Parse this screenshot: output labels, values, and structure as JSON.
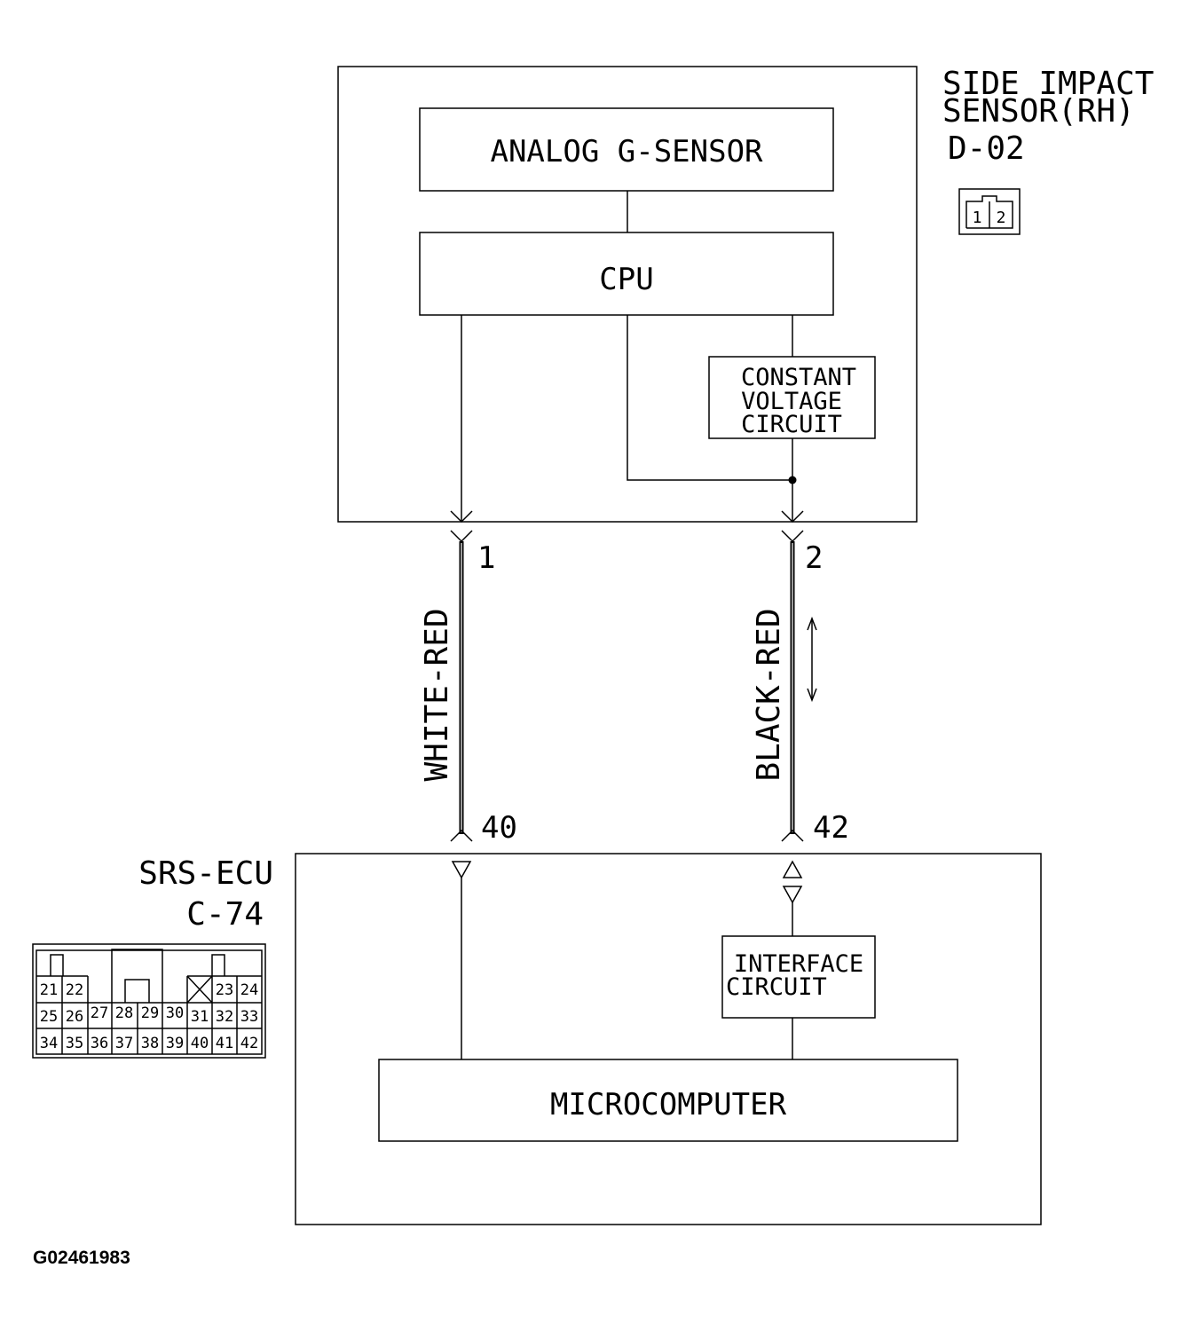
{
  "sensor": {
    "title_line1": "SIDE IMPACT",
    "title_line2": "SENSOR(RH)",
    "connector_id": "D-02",
    "connector_pins": [
      "1",
      "2"
    ],
    "blocks": {
      "analog_g_sensor": "ANALOG G-SENSOR",
      "cpu": "CPU",
      "constant_voltage_line1": "CONSTANT",
      "constant_voltage_line2": "VOLTAGE",
      "constant_voltage_line3": "CIRCUIT"
    }
  },
  "wires": [
    {
      "from_pin": "1",
      "to_pin": "40",
      "color": "WHITE-RED"
    },
    {
      "from_pin": "2",
      "to_pin": "42",
      "color": "BLACK-RED"
    }
  ],
  "ecu": {
    "title": "SRS-ECU",
    "connector_id": "C-74",
    "blocks": {
      "interface_line1": "INTERFACE",
      "interface_line2": "CIRCUIT",
      "microcomputer": "MICROCOMPUTER"
    },
    "connector_rows": [
      [
        "21",
        "22",
        "23",
        "24"
      ],
      [
        "25",
        "26",
        "27",
        "28",
        "29",
        "30",
        "31",
        "32",
        "33"
      ],
      [
        "34",
        "35",
        "36",
        "37",
        "38",
        "39",
        "40",
        "41",
        "42"
      ]
    ]
  },
  "figure_id": "G02461983"
}
